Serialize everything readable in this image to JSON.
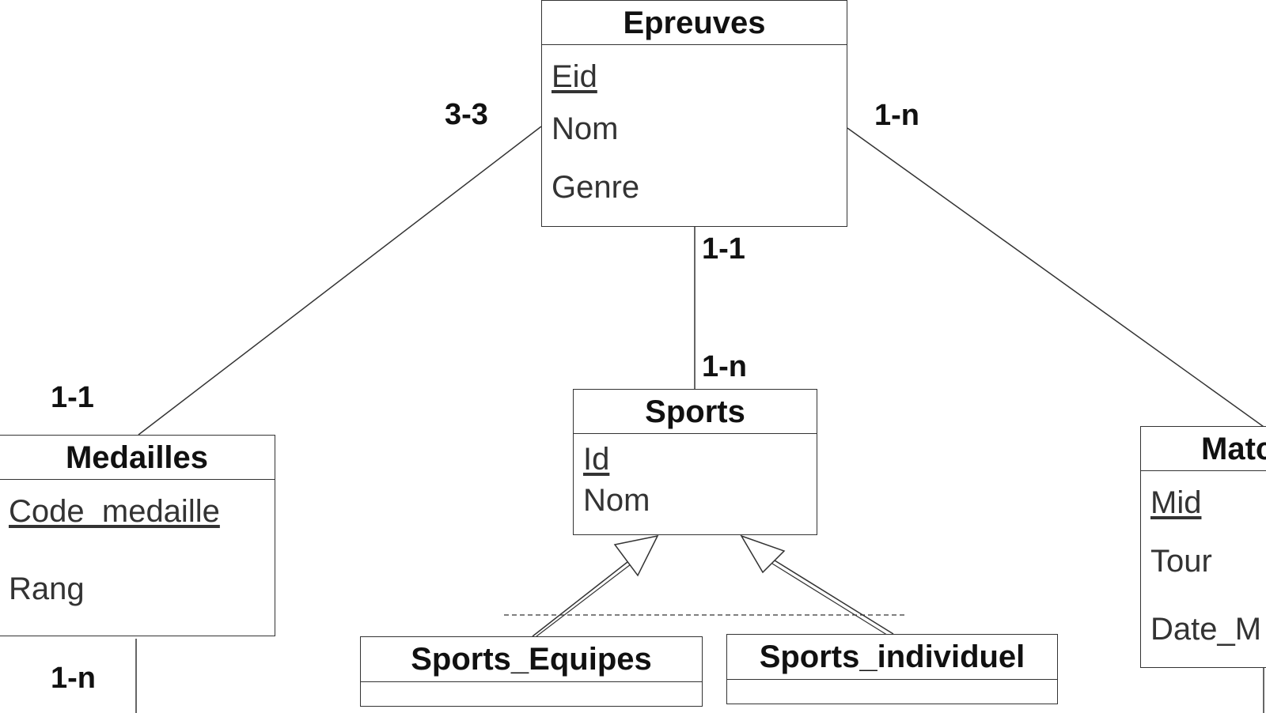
{
  "entities": {
    "epreuves": {
      "name": "Epreuves",
      "attributes": [
        {
          "label": "Eid",
          "pk": true
        },
        {
          "label": "Nom"
        },
        {
          "label": "Genre"
        }
      ]
    },
    "sports": {
      "name": "Sports",
      "attributes": [
        {
          "label": "Id",
          "pk": true
        },
        {
          "label": "Nom"
        }
      ]
    },
    "medailles": {
      "name": "Medailles",
      "attributes": [
        {
          "label": "Code_medaille",
          "pk": true
        },
        {
          "label": "Rang"
        }
      ]
    },
    "matches": {
      "name": "Matc",
      "attributes": [
        {
          "label": "Mid",
          "pk": true
        },
        {
          "label": "Tour"
        },
        {
          "label": "Date_M"
        }
      ]
    },
    "sports_equipes": {
      "name": "Sports_Equipes"
    },
    "sports_individuel": {
      "name": "Sports_individuel"
    }
  },
  "cardinalities": {
    "epreuves_medailles": "3-3",
    "medailles_epreuves": "1-1",
    "epreuves_sports": "1-1",
    "sports_epreuves": "1-n",
    "epreuves_matches": "1-n",
    "medailles_bottom": "1-n"
  },
  "colors": {
    "line": "#333333",
    "text": "#333333",
    "title": "#111111"
  }
}
